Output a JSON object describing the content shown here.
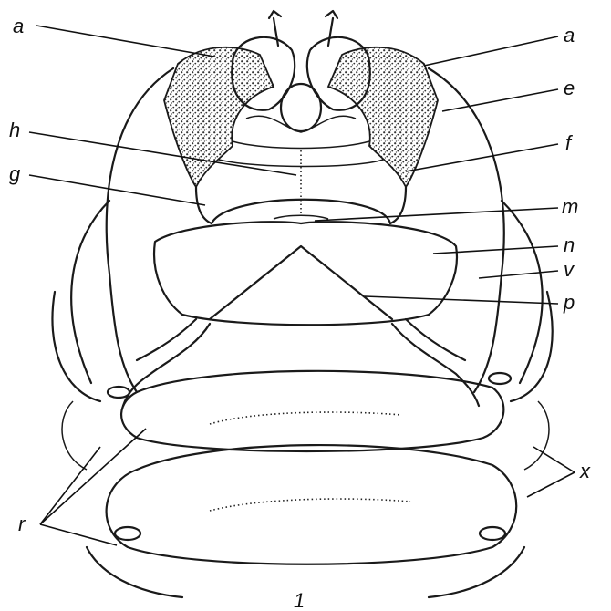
{
  "labels": {
    "a_left": "a",
    "a_right": "a",
    "e": "e",
    "h": "h",
    "f": "f",
    "g": "g",
    "m": "m",
    "n": "n",
    "v": "v",
    "p": "p",
    "x": "x",
    "r": "r",
    "figure_number": "1"
  }
}
